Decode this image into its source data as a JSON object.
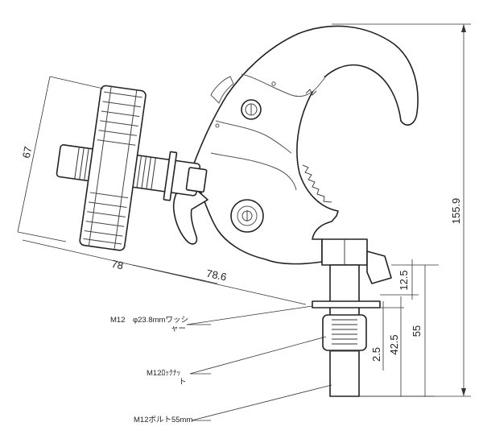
{
  "dimensions": {
    "overall_height": "155.9",
    "knob_width": "67",
    "knob_length": "78",
    "screw_reach": "78.6",
    "nut_height": "12.5",
    "bolt_length": "55",
    "bolt_below_washer": "42.5",
    "washer_thickness": "2.5"
  },
  "labels": {
    "washer_line1": "M12　φ23.8mmワッシ",
    "washer_line2": "ャー",
    "locknut_line1": "M12ﾛｯｸﾅｯ",
    "locknut_line2": "ト",
    "bolt": "M12ボルト55mm"
  }
}
